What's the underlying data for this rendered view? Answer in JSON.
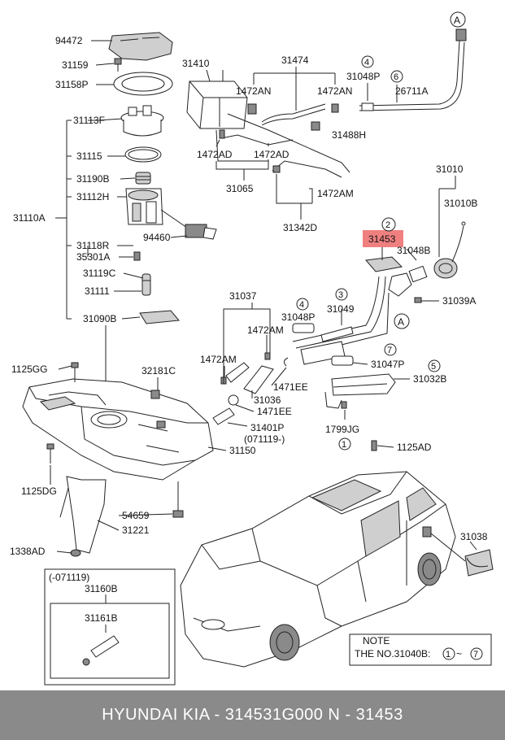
{
  "labels": {
    "p94472": "94472",
    "p31159": "31159",
    "p31158P": "31158P",
    "p31113F": "31113F",
    "p31115": "31115",
    "p31190B": "31190B",
    "p31112H": "31112H",
    "p31110A": "31110A",
    "p31118R": "31118R",
    "p35301A": "35301A",
    "p31119C": "31119C",
    "p31111": "31111",
    "p31090B": "31090B",
    "p94460": "94460",
    "p31410": "31410",
    "p31474": "31474",
    "p1472AN_a": "1472AN",
    "p1472AN_b": "1472AN",
    "p31048P_top": "31048P",
    "p26711A": "26711A",
    "p31488H": "31488H",
    "p1472AD_a": "1472AD",
    "p1472AD_b": "1472AD",
    "p31065": "31065",
    "p1472AM_top": "1472AM",
    "p31342D": "31342D",
    "p31010": "31010",
    "p31010B": "31010B",
    "p31453": "31453",
    "p31048B": "31048B",
    "p31039A": "31039A",
    "p31037": "31037",
    "p31048P_mid": "31048P",
    "p31049": "31049",
    "p1472AM_mid": "1472AM",
    "p1472AM_left": "1472AM",
    "p31047P": "31047P",
    "p1471EE_a": "1471EE",
    "p31036": "31036",
    "p1471EE_b": "1471EE",
    "p31401P": "31401P",
    "p071119": "(071119-)",
    "p32181C": "32181C",
    "p1125GG": "1125GG",
    "p31150": "31150",
    "p1125DG": "1125DG",
    "p54659": "54659",
    "p31221": "31221",
    "p1338AD": "1338AD",
    "p31032B": "31032B",
    "p1799JG": "1799JG",
    "p1125AD": "1125AD",
    "p31038": "31038",
    "box_range": "(-071119)",
    "p31160B": "31160B",
    "p31161B": "31161B"
  },
  "callouts": {
    "c1": "1",
    "c2": "2",
    "c3": "3",
    "c4_top": "4",
    "c4_mid": "4",
    "c5": "5",
    "c6": "6",
    "c7": "7",
    "cA_top": "A",
    "cA_mid": "A"
  },
  "note": {
    "title": "NOTE",
    "text_prefix": "THE NO.31040B:",
    "c_from": "1",
    "dash": "~",
    "c_to": "7"
  },
  "highlight_color": "#f08080",
  "footer": {
    "text": "HYUNDAI  KIA - 314531G000     N - 31453"
  }
}
